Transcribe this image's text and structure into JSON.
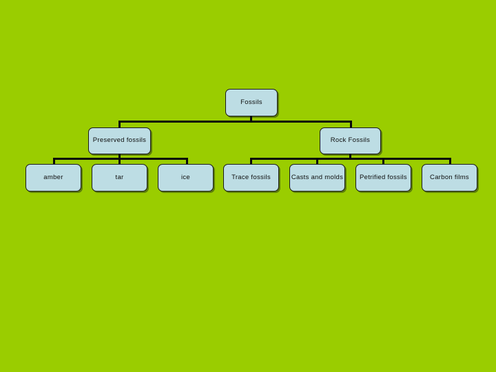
{
  "slide": {
    "background_color": "#9acd00",
    "node_fill_color": "#bddde4",
    "node_border_color": "#1a1a1a",
    "connector_color": "#0a0a0a",
    "title": "Fossils"
  },
  "diagram": {
    "type": "hierarchy-tree",
    "levels": 3,
    "root": {
      "label": "Fossils"
    },
    "branches": [
      {
        "label": "Preserved fossils",
        "children": [
          {
            "label": "amber"
          },
          {
            "label": "tar"
          },
          {
            "label": "ice"
          }
        ]
      },
      {
        "label": "Rock Fossils",
        "children": [
          {
            "label": "Trace fossils"
          },
          {
            "label": "Casts and molds"
          },
          {
            "label": "Petrified fossils"
          },
          {
            "label": "Carbon films"
          }
        ]
      }
    ]
  }
}
